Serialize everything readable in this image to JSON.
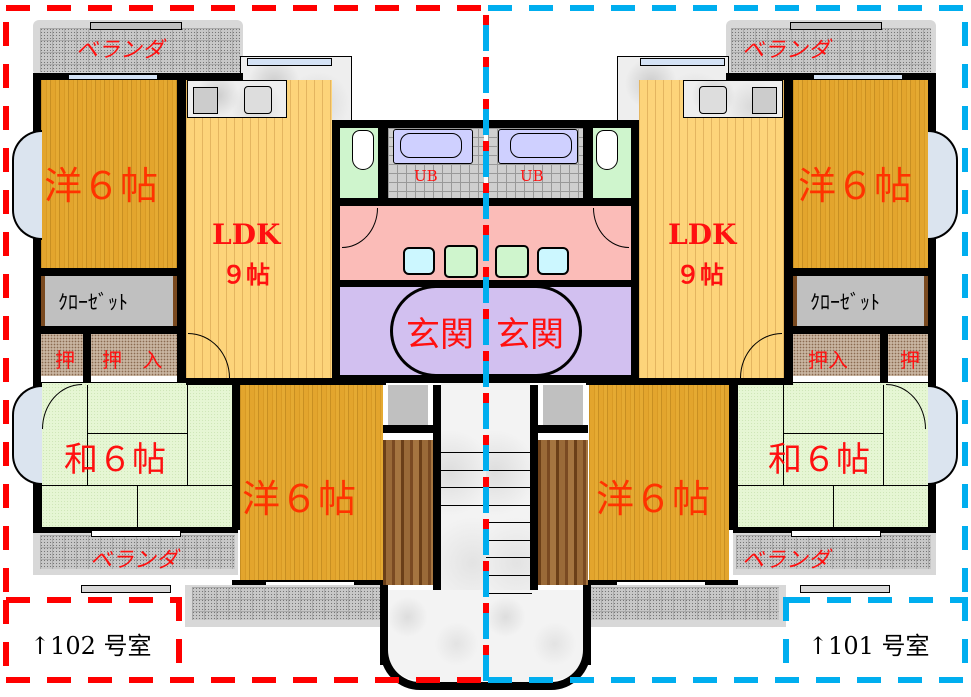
{
  "units": {
    "left": {
      "label": "↑102 号室",
      "border_color": "#ff0000"
    },
    "right": {
      "label": "↑101 号室",
      "border_color": "#00aeef"
    }
  },
  "rooms": {
    "left": {
      "veranda_top": "ベランダ",
      "western_top": "洋６帖",
      "ldk_name": "LDK",
      "ldk_size": "９帖",
      "closet": "ｸﾛｰｾﾞｯﾄ",
      "oshiire_small": "押",
      "oshiire_large": "押 入",
      "japanese": "和６帖",
      "western_bottom": "洋６帖",
      "veranda_bottom": "ベランダ",
      "unit_bath": "UB",
      "entrance": "玄関"
    },
    "right": {
      "veranda_top": "ベランダ",
      "western_top": "洋６帖",
      "ldk_name": "LDK",
      "ldk_size": "９帖",
      "closet": "ｸﾛｰｾﾞｯﾄ",
      "oshiire_small": "押",
      "oshiire_large": "押入",
      "japanese": "和６帖",
      "western_bottom": "洋６帖",
      "veranda_bottom": "ベランダ",
      "unit_bath": "UB",
      "entrance": "玄関"
    }
  },
  "colors": {
    "left_unit_accent": "#ff0000",
    "right_unit_accent": "#00aeef",
    "room_label": "#ff1010",
    "western_label": "#ff3300",
    "wash_room": "#fbbcb8",
    "entrance": "#d2c0f0",
    "toilet_room": "#cff5cd",
    "tatami": "#e6f6d4",
    "wood_floor_dark": "#e3a52d",
    "wood_floor_light": "#fdd47a"
  }
}
